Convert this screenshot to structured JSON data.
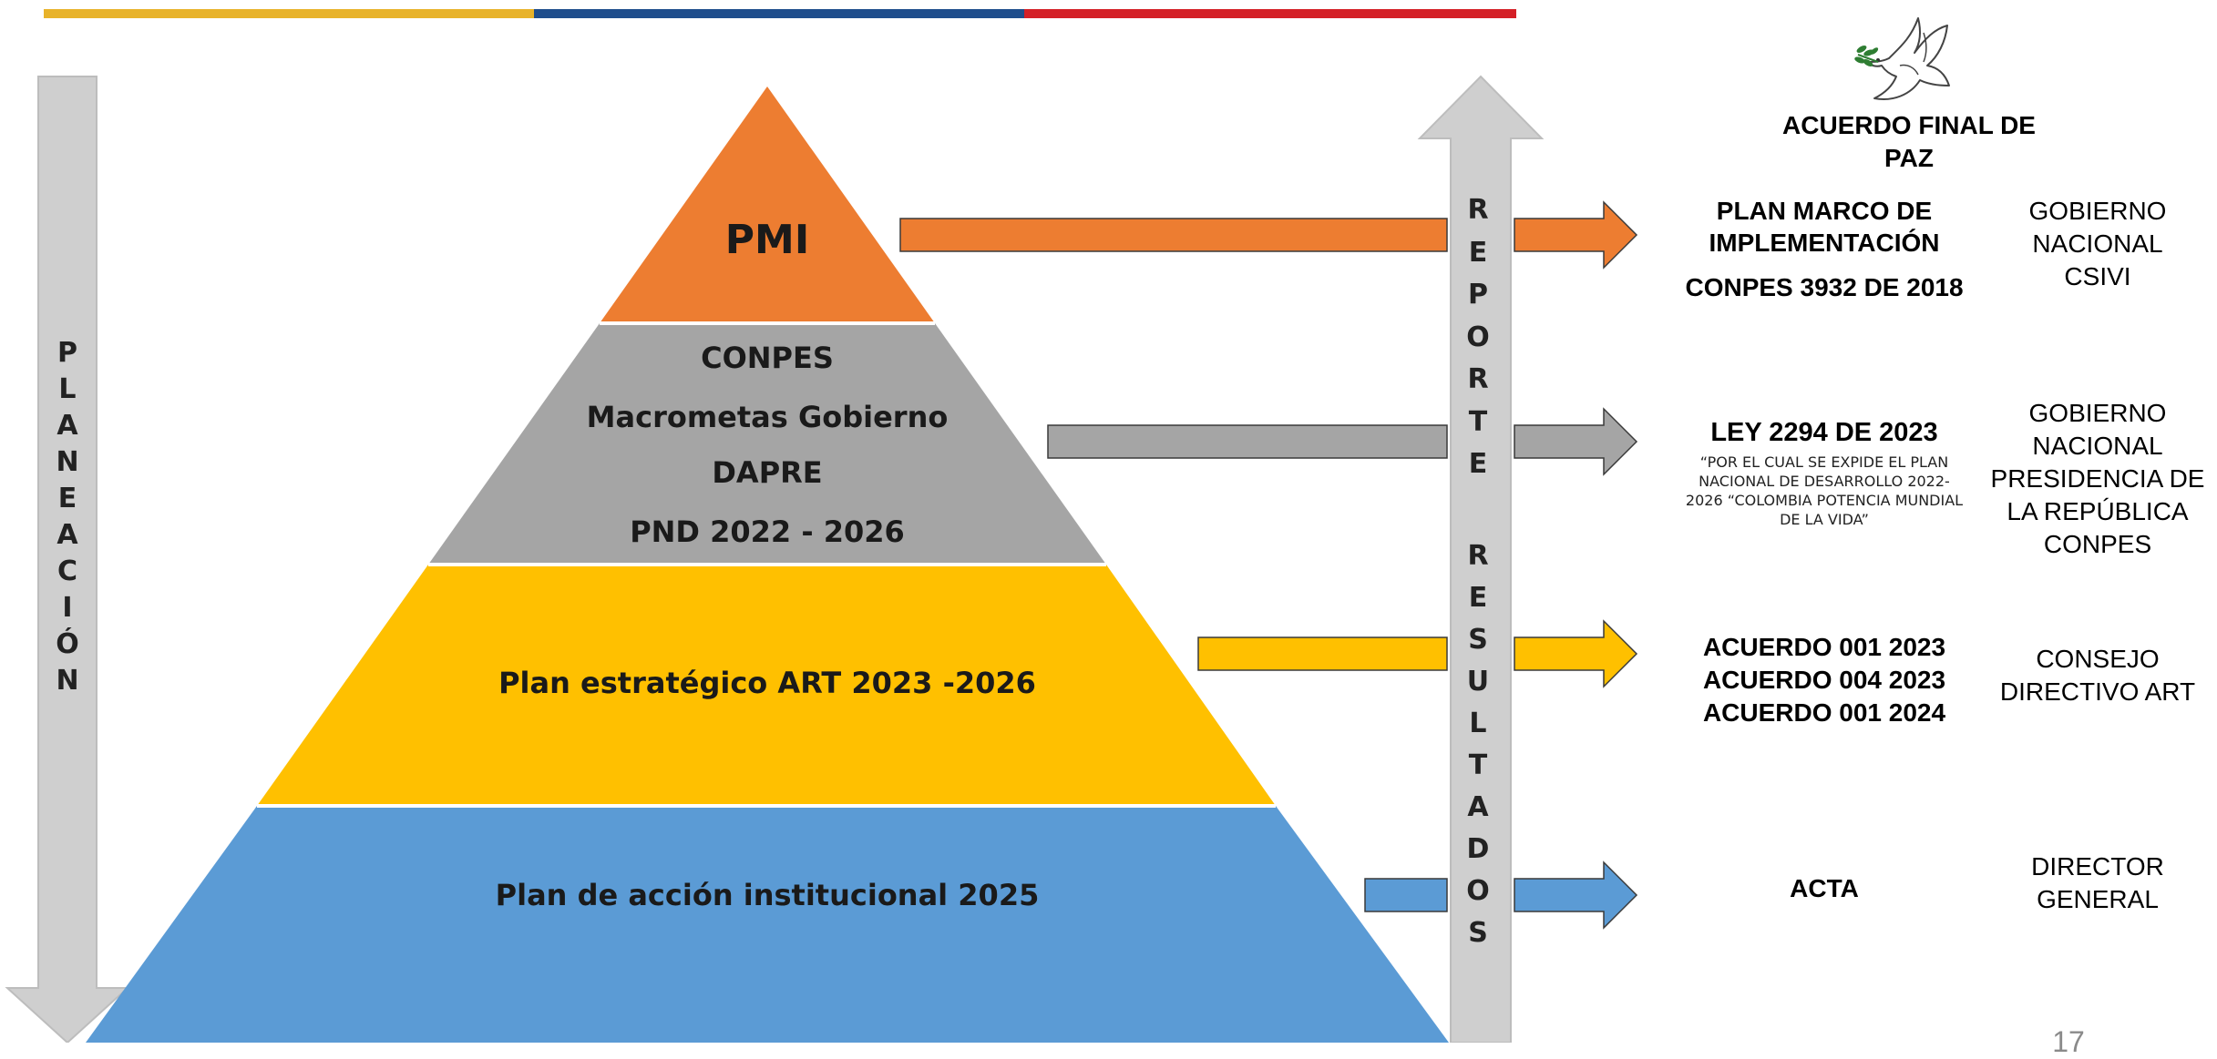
{
  "colors": {
    "stripe_yellow": "#E8B32A",
    "stripe_blue": "#1F4E8C",
    "stripe_red": "#D42027",
    "orange": "#ED7D31",
    "gray": "#A5A5A5",
    "yellow": "#FFC000",
    "blue": "#5B9BD5",
    "arrow_gray": "#CFCFCF"
  },
  "pyramid": {
    "level1": "PMI",
    "level2": [
      "CONPES",
      "Macrometas Gobierno",
      "DAPRE",
      "PND 2022 - 2026"
    ],
    "level3": "Plan estratégico ART 2023 -2026",
    "level4": "Plan de acción institucional 2025"
  },
  "planeacion_letters": [
    "P",
    "L",
    "A",
    "N",
    "E",
    "A",
    "C",
    "I",
    "Ó",
    "N"
  ],
  "reporte_letters": [
    "R",
    "E",
    "P",
    "O",
    "R",
    "T",
    "E"
  ],
  "resultados_letters": [
    "R",
    "E",
    "S",
    "U",
    "L",
    "T",
    "A",
    "D",
    "O",
    "S"
  ],
  "header": {
    "dove_icon": "dove-with-olive-branch-icon",
    "title": "ACUERDO FINAL DE PAZ"
  },
  "documents": {
    "row1": [
      "PLAN MARCO DE IMPLEMENTACIÓN",
      "CONPES 3932 DE 2018"
    ],
    "row2_title": "LEY 2294 DE 2023",
    "row2_subtitle": "“POR EL CUAL SE EXPIDE EL PLAN NACIONAL DE DESARROLLO 2022-2026 “COLOMBIA POTENCIA MUNDIAL DE LA VIDA”",
    "row3": [
      "ACUERDO 001 2023",
      "ACUERDO 004 2023",
      "ACUERDO 001 2024"
    ],
    "row4": "ACTA"
  },
  "responsibles": {
    "row1": [
      "GOBIERNO",
      "NACIONAL",
      "CSIVI"
    ],
    "row2": [
      "GOBIERNO",
      "NACIONAL",
      "PRESIDENCIA DE",
      "LA REPÚBLICA",
      "CONPES"
    ],
    "row3": [
      "CONSEJO",
      "DIRECTIVO ART"
    ],
    "row4": [
      "DIRECTOR",
      "GENERAL"
    ]
  },
  "page_number": "17"
}
